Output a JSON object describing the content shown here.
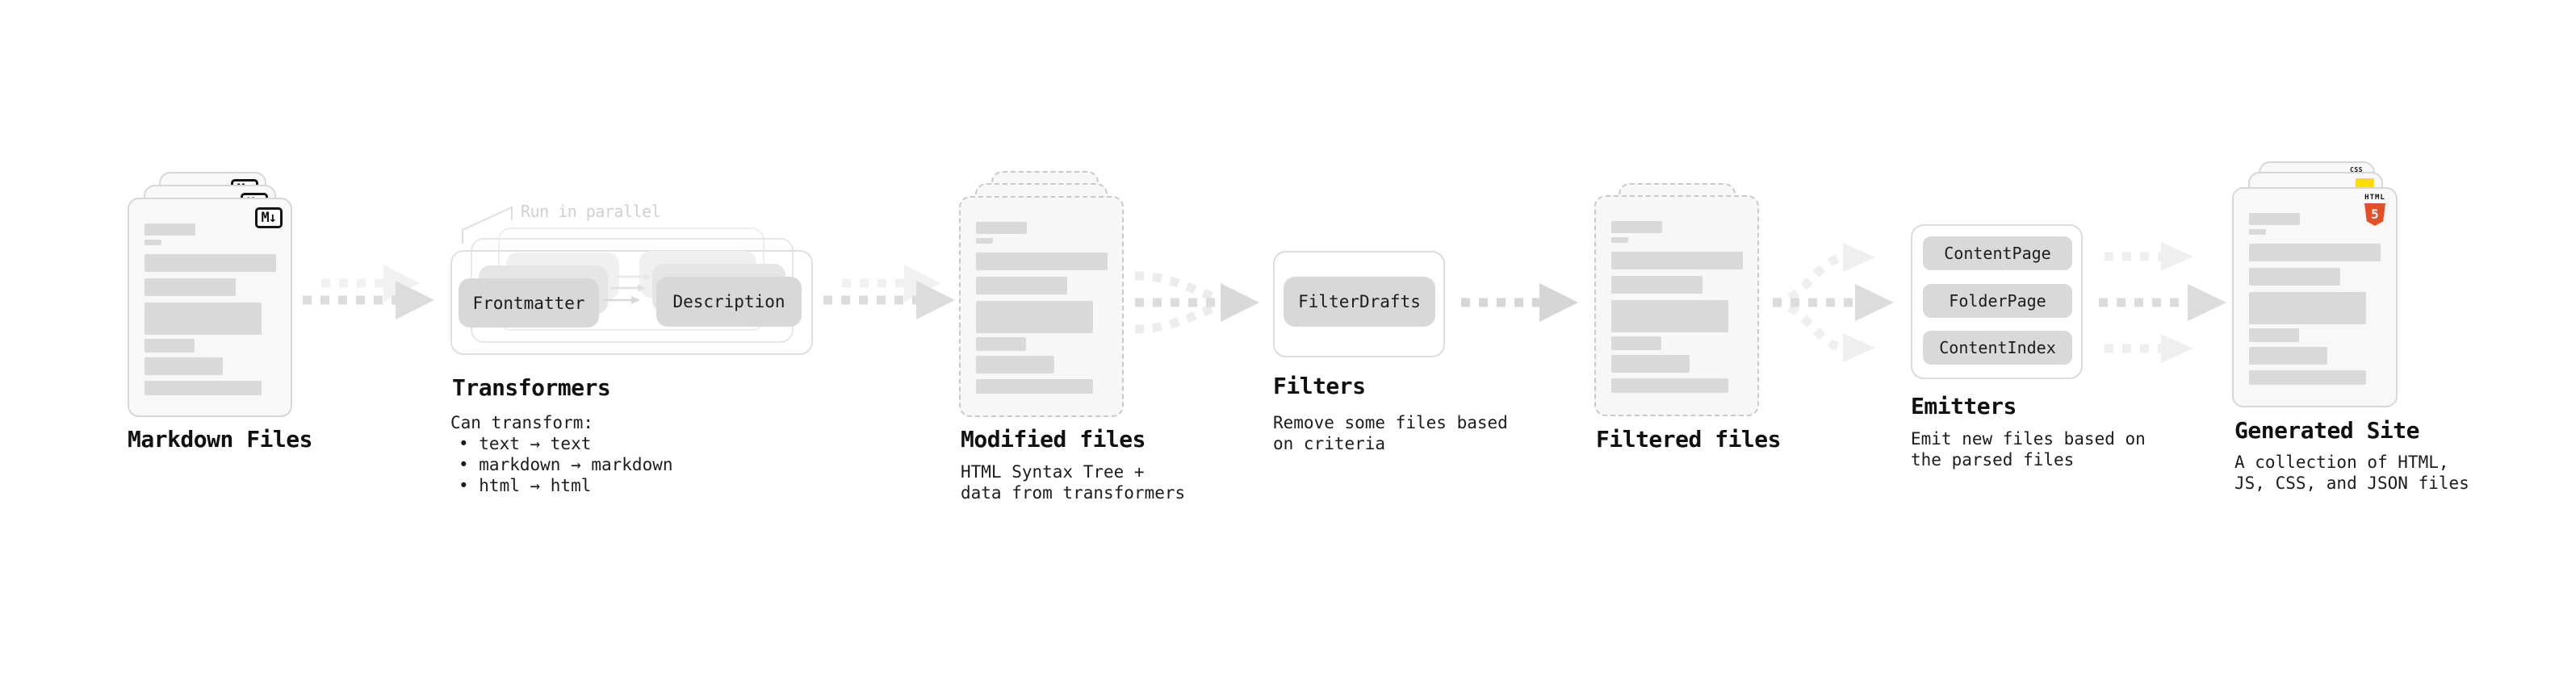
{
  "palette": {
    "html5_orange": "#e34f26",
    "js_yellow": "#ffdd00",
    "css_blue": "#1572b6",
    "bar_gray": "#d9d9d9",
    "node_gray": "#d8d8d8",
    "arrow_gray": "#dcdcdc",
    "arrow_light": "#f0f0f0"
  },
  "stages": {
    "markdown_files": {
      "title": "Markdown Files",
      "badge_label": "M↓"
    },
    "transformers": {
      "title": "Transformers",
      "parallel_note": "Run in parallel",
      "node_a": "Frontmatter",
      "node_b": "Description",
      "caption_intro": "Can transform:",
      "bullets": [
        "• text → text",
        "• markdown → markdown",
        "• html → html"
      ]
    },
    "modified_files": {
      "title": "Modified files",
      "caption_line1": "HTML Syntax Tree +",
      "caption_line2": "data from transformers"
    },
    "filters": {
      "title": "Filters",
      "node": "FilterDrafts",
      "caption_line1": "Remove some files based",
      "caption_line2": "on criteria"
    },
    "filtered_files": {
      "title": "Filtered files"
    },
    "emitters": {
      "title": "Emitters",
      "nodes": [
        "ContentPage",
        "FolderPage",
        "ContentIndex"
      ],
      "caption_line1": "Emit new files based on",
      "caption_line2": "the parsed files"
    },
    "generated_site": {
      "title": "Generated Site",
      "badge_html": "HTML",
      "badge_html5_number": "5",
      "badge_css": "CSS",
      "caption_line1": "A collection of HTML,",
      "caption_line2": "JS, CSS, and JSON files"
    }
  }
}
